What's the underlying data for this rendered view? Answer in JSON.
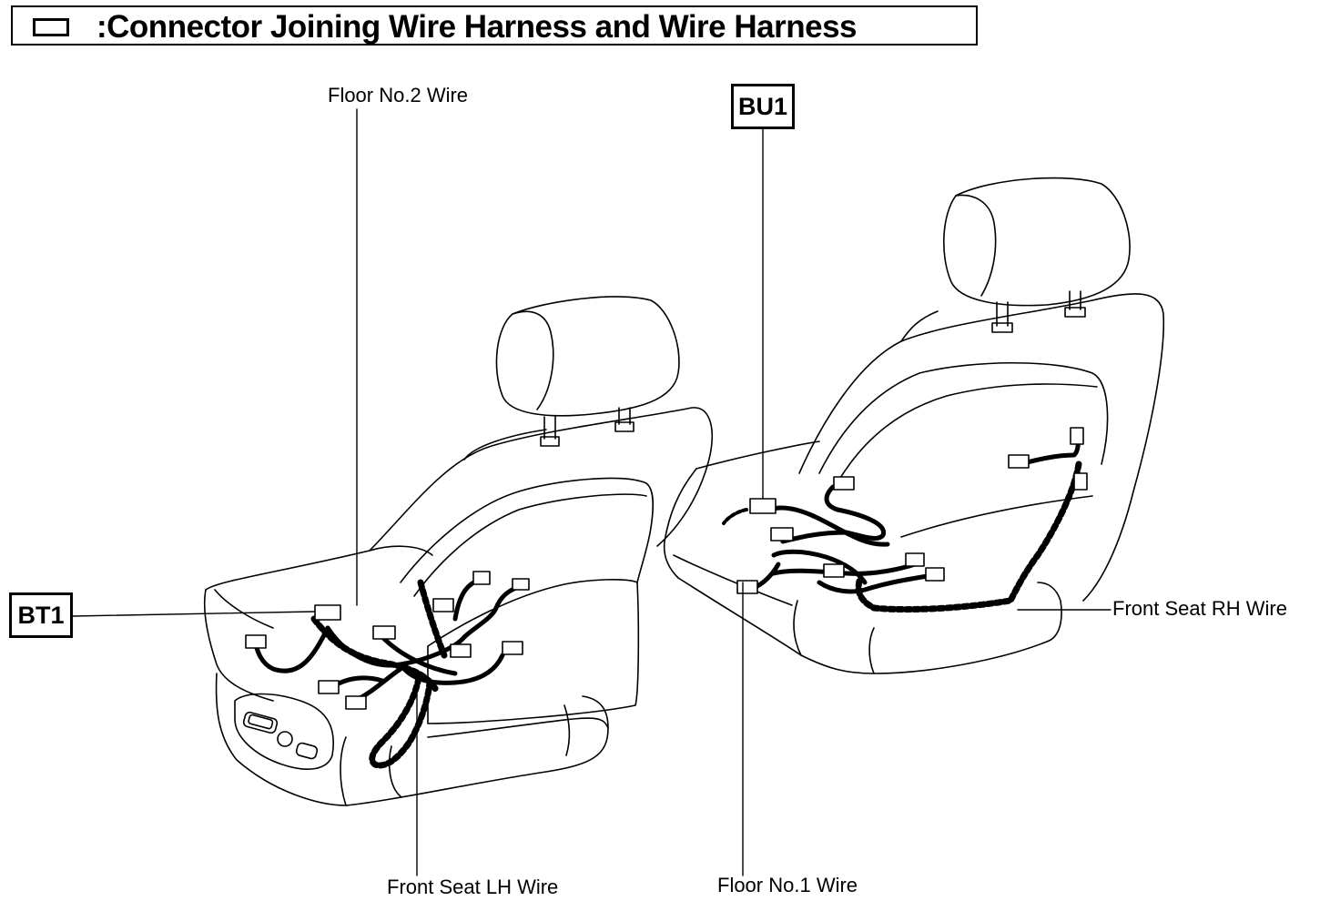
{
  "header": {
    "legend_separator": ":",
    "title": "Connector Joining Wire Harness and Wire Harness"
  },
  "connector_codes": {
    "bt1": "BT1",
    "bu1": "BU1"
  },
  "wire_labels": {
    "floor_no2": "Floor No.2 Wire",
    "front_seat_lh": "Front Seat LH Wire",
    "floor_no1": "Floor No.1 Wire",
    "front_seat_rh": "Front Seat RH Wire"
  }
}
